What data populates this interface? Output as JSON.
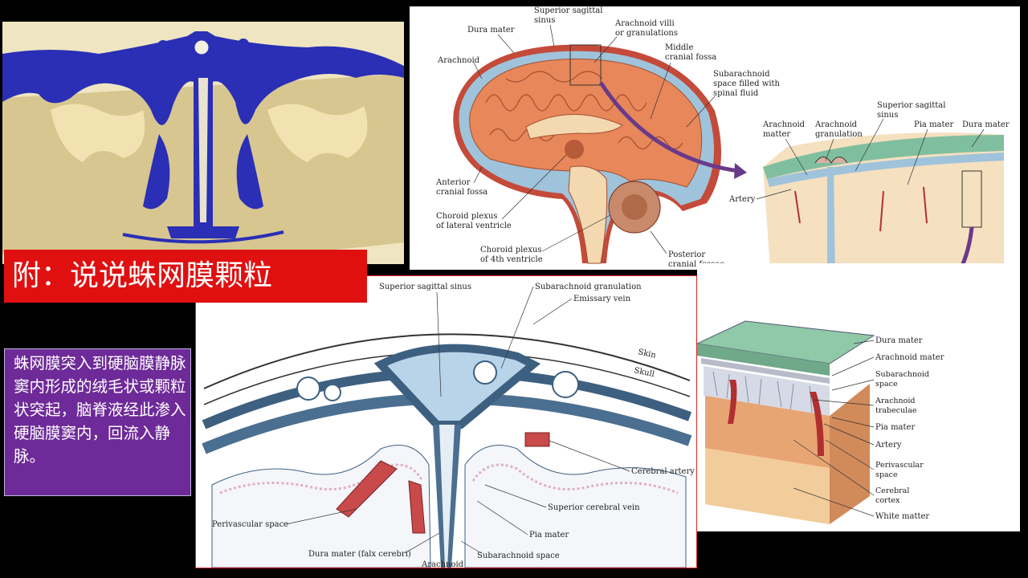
{
  "title": "附：说说蛛网膜颗粒",
  "description": "蛛网膜突入到硬脑膜静脉窦内形成的绒毛状或颗粒状突起，脑脊液经此渗入硬脑膜窦内，回流入静脉。",
  "brain_diagram": {
    "labels": {
      "dura_mater": "Dura mater",
      "superior_sagittal_sinus_1": "Superior sagittal",
      "superior_sagittal_sinus_2": "sinus",
      "arachnoid_villi_1": "Arachnoid villi",
      "arachnoid_villi_2": "or granulations",
      "arachnoid": "Arachnoid",
      "middle_fossa_1": "Middle",
      "middle_fossa_2": "cranial fossa",
      "subarachnoid_1": "Subarachnoid",
      "subarachnoid_2": "space filled with",
      "subarachnoid_3": "spinal fluid",
      "anterior_fossa_1": "Anterior",
      "anterior_fossa_2": "cranial fossa",
      "choroid_lateral_1": "Choroid plexus",
      "choroid_lateral_2": "of lateral ventricle",
      "choroid_4th_1": "Choroid plexus",
      "choroid_4th_2": "of 4th ventricle",
      "posterior_fossa_1": "Posterior",
      "posterior_fossa_2": "cranial fossae"
    }
  },
  "block_diagram": {
    "labels": {
      "superior_sagittal_sinus_1": "Superior sagittal",
      "superior_sagittal_sinus_2": "sinus",
      "arachnoid_matter_1": "Arachnoid",
      "arachnoid_matter_2": "matter",
      "arachnoid_granulation_1": "Arachnoid",
      "arachnoid_granulation_2": "granulation",
      "pia_mater": "Pia mater",
      "dura_mater": "Dura mater",
      "artery": "Artery"
    }
  },
  "layers_diagram": {
    "labels": {
      "dura_mater": "Dura mater",
      "arachnoid_mater": "Arachnoid mater",
      "subarachnoid_1": "Subarachnoid",
      "subarachnoid_2": "space",
      "trabeculae_1": "Arachnoid",
      "trabeculae_2": "trabeculae",
      "pia_mater": "Pia mater",
      "artery": "Artery",
      "perivascular_1": "Perivascular",
      "perivascular_2": "space",
      "cortex_1": "Cerebral",
      "cortex_2": "cortex",
      "white_matter": "White matter"
    }
  },
  "section_diagram": {
    "labels": {
      "sinus": "Superior sagittal sinus",
      "granulation": "Subarachnoid granulation",
      "emissary": "Emissary vein",
      "skin": "Skin",
      "skull": "Skull",
      "cerebral_artery": "Cerebral artery",
      "superior_cerebral_vein": "Superior cerebral vein",
      "perivascular": "Perivascular space",
      "pia_mater": "Pia mater",
      "dura_falx": "Dura mater (falx cerebri)",
      "subarachnoid_space": "Subarachnoid space",
      "arachnoid": "Arachnoid"
    }
  },
  "colors": {
    "banner": "#e01010",
    "description_bg": "#6e2a98",
    "cast_blue": "#2a2fb5",
    "brain_orange": "#e8875a",
    "dura_green": "#8fc9a8",
    "section_blue": "#3d6080",
    "artery_red": "#c84a4a"
  }
}
